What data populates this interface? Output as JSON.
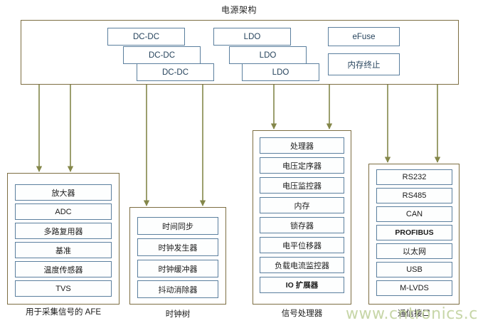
{
  "diagram": {
    "title": "电源架构",
    "watermark": "www.cntronics.com",
    "colors": {
      "group_border": "#7d6e42",
      "block_border": "#5b7f9e",
      "arrow": "#84874a",
      "watermark": "#c7d6a8",
      "background": "#ffffff"
    }
  },
  "power_architecture": {
    "caption": "电源架构",
    "dcdc": [
      {
        "label": "DC-DC"
      },
      {
        "label": "DC-DC"
      },
      {
        "label": "DC-DC"
      }
    ],
    "ldo": [
      {
        "label": "LDO"
      },
      {
        "label": "LDO"
      },
      {
        "label": "LDO"
      }
    ],
    "misc": [
      {
        "label": "eFuse"
      },
      {
        "label": "内存终止"
      }
    ]
  },
  "groups": [
    {
      "id": "afe",
      "caption": "用于采集信号的 AFE",
      "blocks": [
        {
          "label": "放大器"
        },
        {
          "label": "ADC"
        },
        {
          "label": "多路复用器"
        },
        {
          "label": "基准"
        },
        {
          "label": "温度传感器"
        },
        {
          "label": "TVS"
        }
      ]
    },
    {
      "id": "clock-tree",
      "caption": "时钟树",
      "blocks": [
        {
          "label": "时间同步"
        },
        {
          "label": "时钟发生器"
        },
        {
          "label": "时钟缓冲器"
        },
        {
          "label": "抖动消除器"
        }
      ]
    },
    {
      "id": "signal-processor",
      "caption": "信号处理器",
      "blocks": [
        {
          "label": "处理器"
        },
        {
          "label": "电压定序器"
        },
        {
          "label": "电压监控器"
        },
        {
          "label": "内存"
        },
        {
          "label": "锁存器"
        },
        {
          "label": "电平位移器"
        },
        {
          "label": "负载电流监控器"
        },
        {
          "label": "IO 扩展器"
        }
      ]
    },
    {
      "id": "comm-interface",
      "caption": "通信接口",
      "blocks": [
        {
          "label": "RS232"
        },
        {
          "label": "RS485"
        },
        {
          "label": "CAN"
        },
        {
          "label": "PROFIBUS",
          "bold": true
        },
        {
          "label": "以太网"
        },
        {
          "label": "USB"
        },
        {
          "label": "M-LVDS"
        }
      ]
    }
  ]
}
